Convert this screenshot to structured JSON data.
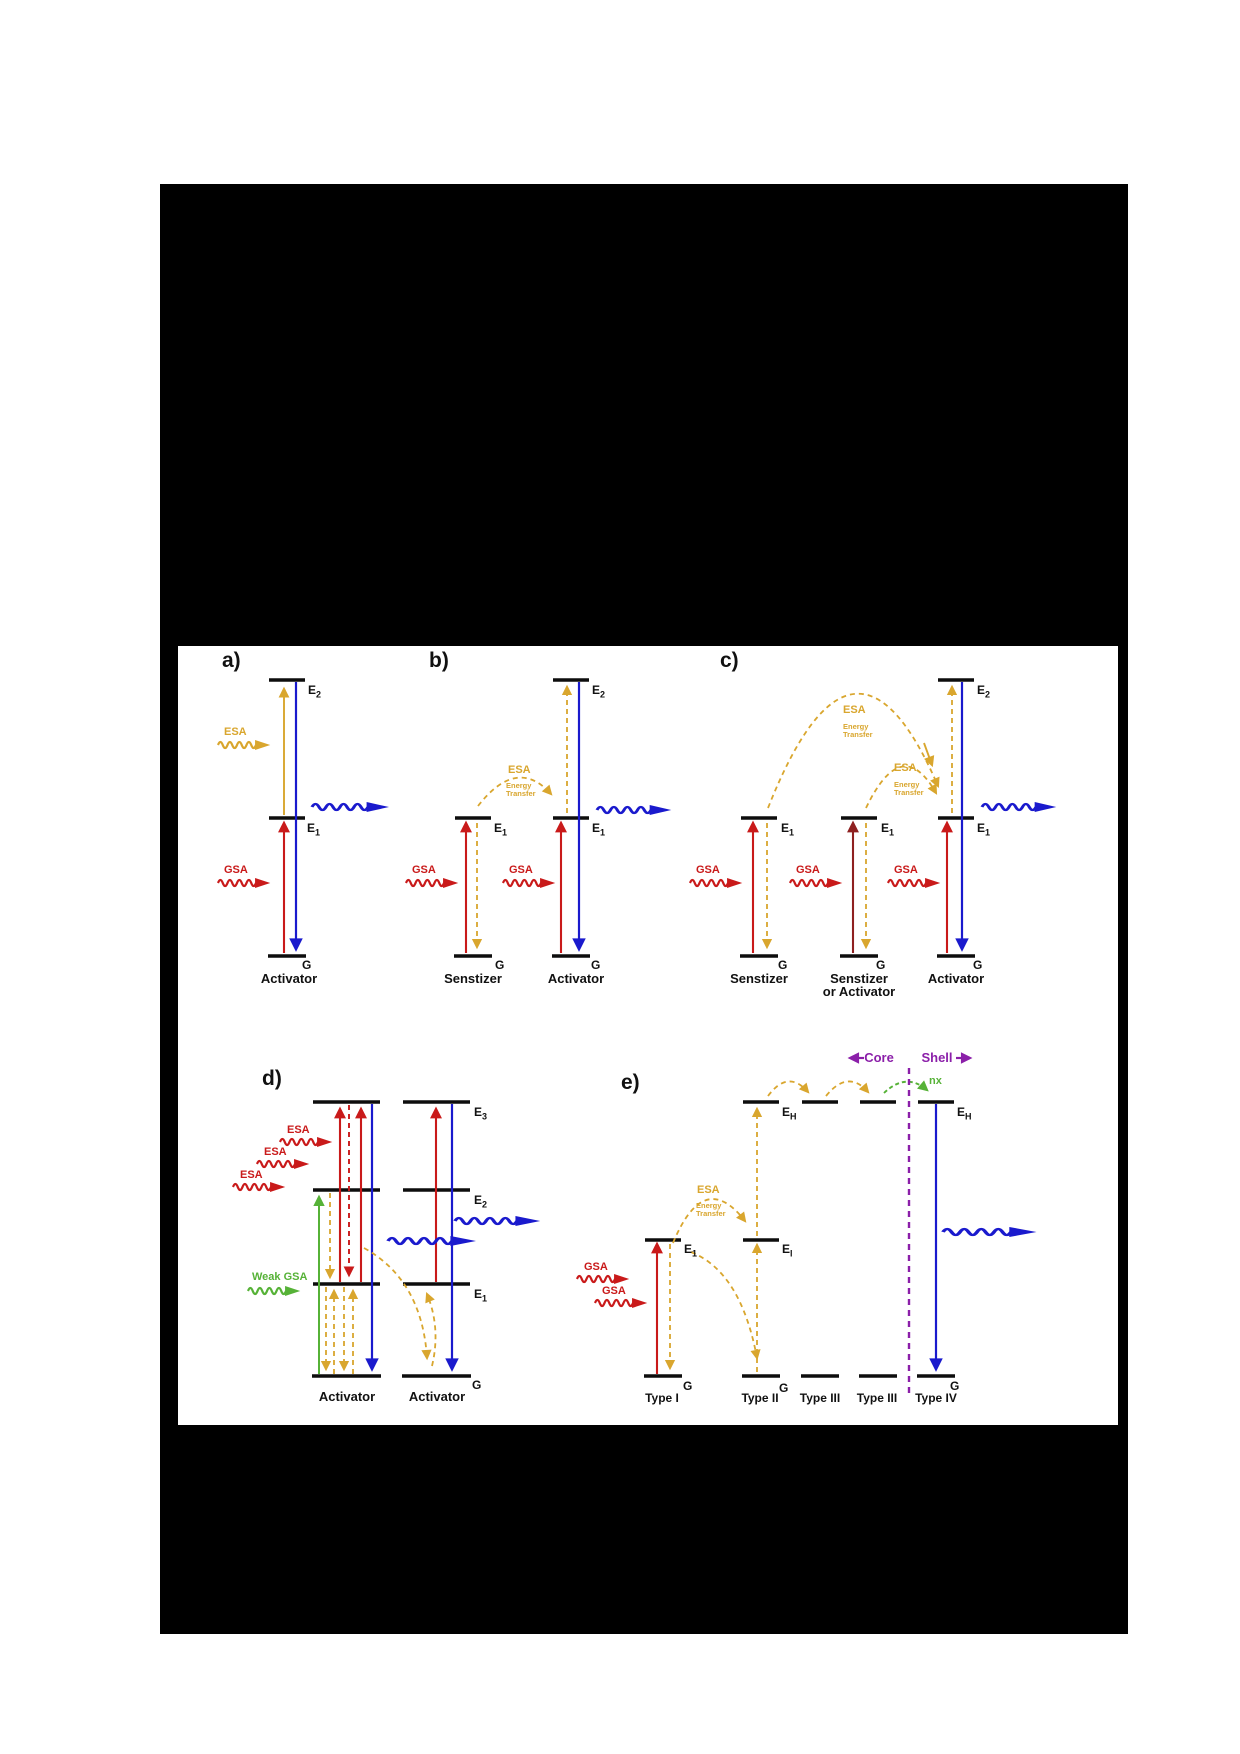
{
  "labels": {
    "panel_a": "a)",
    "panel_b": "b)",
    "panel_c": "c)",
    "panel_d": "d)",
    "panel_e": "e)",
    "esa": "ESA",
    "gsa": "GSA",
    "weak_gsa": "Weak GSA",
    "energy": "Energy",
    "transfer": "Transfer",
    "activator": "Activator",
    "senstizer": "Senstizer",
    "or_activator": "or Activator",
    "core": "Core",
    "shell": "Shell",
    "nx": "nx",
    "ground": "G",
    "e_base": "E",
    "sub_1": "1",
    "sub_2": "2",
    "sub_3": "3",
    "sub_h": "H",
    "sub_l": "l",
    "type_i": "Type I",
    "type_ii": "Type II",
    "type_iii": "Type III",
    "type_iv": "Type IV"
  },
  "colors": {
    "gold": "#D9A62E",
    "red": "#C91A1A",
    "dark_red": "#8E2020",
    "blue": "#1A1ACD",
    "green": "#56B237",
    "purple": "#8B1FA9",
    "frame": "#000000",
    "panel": "#FFFFFF"
  }
}
